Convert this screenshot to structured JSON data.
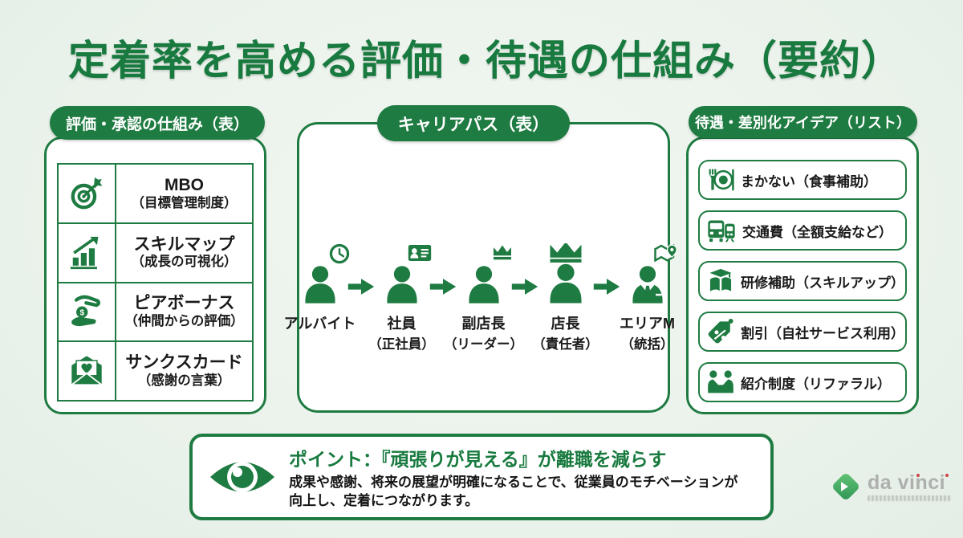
{
  "title": "定着率を高める評価・待遇の仕組み（要約）",
  "colors": {
    "accent_green": "#1e7b41",
    "title_green": "#187a3f",
    "background": "#ecf3ec",
    "panel_bg": "#ffffff",
    "text": "#1a1a1a",
    "logo_gray": "#a7aaa7",
    "logo_dot_red": "#cc3333"
  },
  "evaluation_panel": {
    "header": "評価・承認の仕組み（表）",
    "rows": [
      {
        "icon": "target-icon",
        "title": "MBO",
        "subtitle": "（目標管理制度）"
      },
      {
        "icon": "growth-chart-icon",
        "title": "スキルマップ",
        "subtitle": "（成長の可視化）"
      },
      {
        "icon": "peer-bonus-icon",
        "title": "ピアボーナス",
        "subtitle": "（仲間からの評価）"
      },
      {
        "icon": "thanks-card-icon",
        "title": "サンクスカード",
        "subtitle": "（感謝の言葉）"
      }
    ]
  },
  "career_panel": {
    "header": "キャリアパス（表）",
    "stages": [
      {
        "icon": "person-clock-icon",
        "title": "アルバイト",
        "subtitle": ""
      },
      {
        "icon": "person-idcard-icon",
        "title": "社員",
        "subtitle": "（正社員）"
      },
      {
        "icon": "person-crown-small-icon",
        "title": "副店長",
        "subtitle": "（リーダー）"
      },
      {
        "icon": "person-crown-icon",
        "title": "店長",
        "subtitle": "（責任者）"
      },
      {
        "icon": "person-map-icon",
        "title": "エリアM",
        "subtitle": "（統括）"
      }
    ]
  },
  "benefits_panel": {
    "header": "待遇・差別化アイデア（リスト）",
    "items": [
      {
        "icon": "meal-icon",
        "label": "まかない（食事補助）"
      },
      {
        "icon": "transport-icon",
        "label": "交通費（全額支給など）"
      },
      {
        "icon": "training-icon",
        "label": "研修補助（スキルアップ）"
      },
      {
        "icon": "discount-icon",
        "label": "割引（自社サービス利用）"
      },
      {
        "icon": "referral-icon",
        "label": "紹介制度（リファラル）"
      }
    ]
  },
  "point_box": {
    "icon": "eye-icon",
    "title": "ポイント：『頑張りが見える』が離職を減らす",
    "body": "成果や感謝、将来の展望が明確になることで、従業員のモチベーションが向上し、定着につながります。"
  },
  "logo": {
    "name": "da vinci"
  }
}
